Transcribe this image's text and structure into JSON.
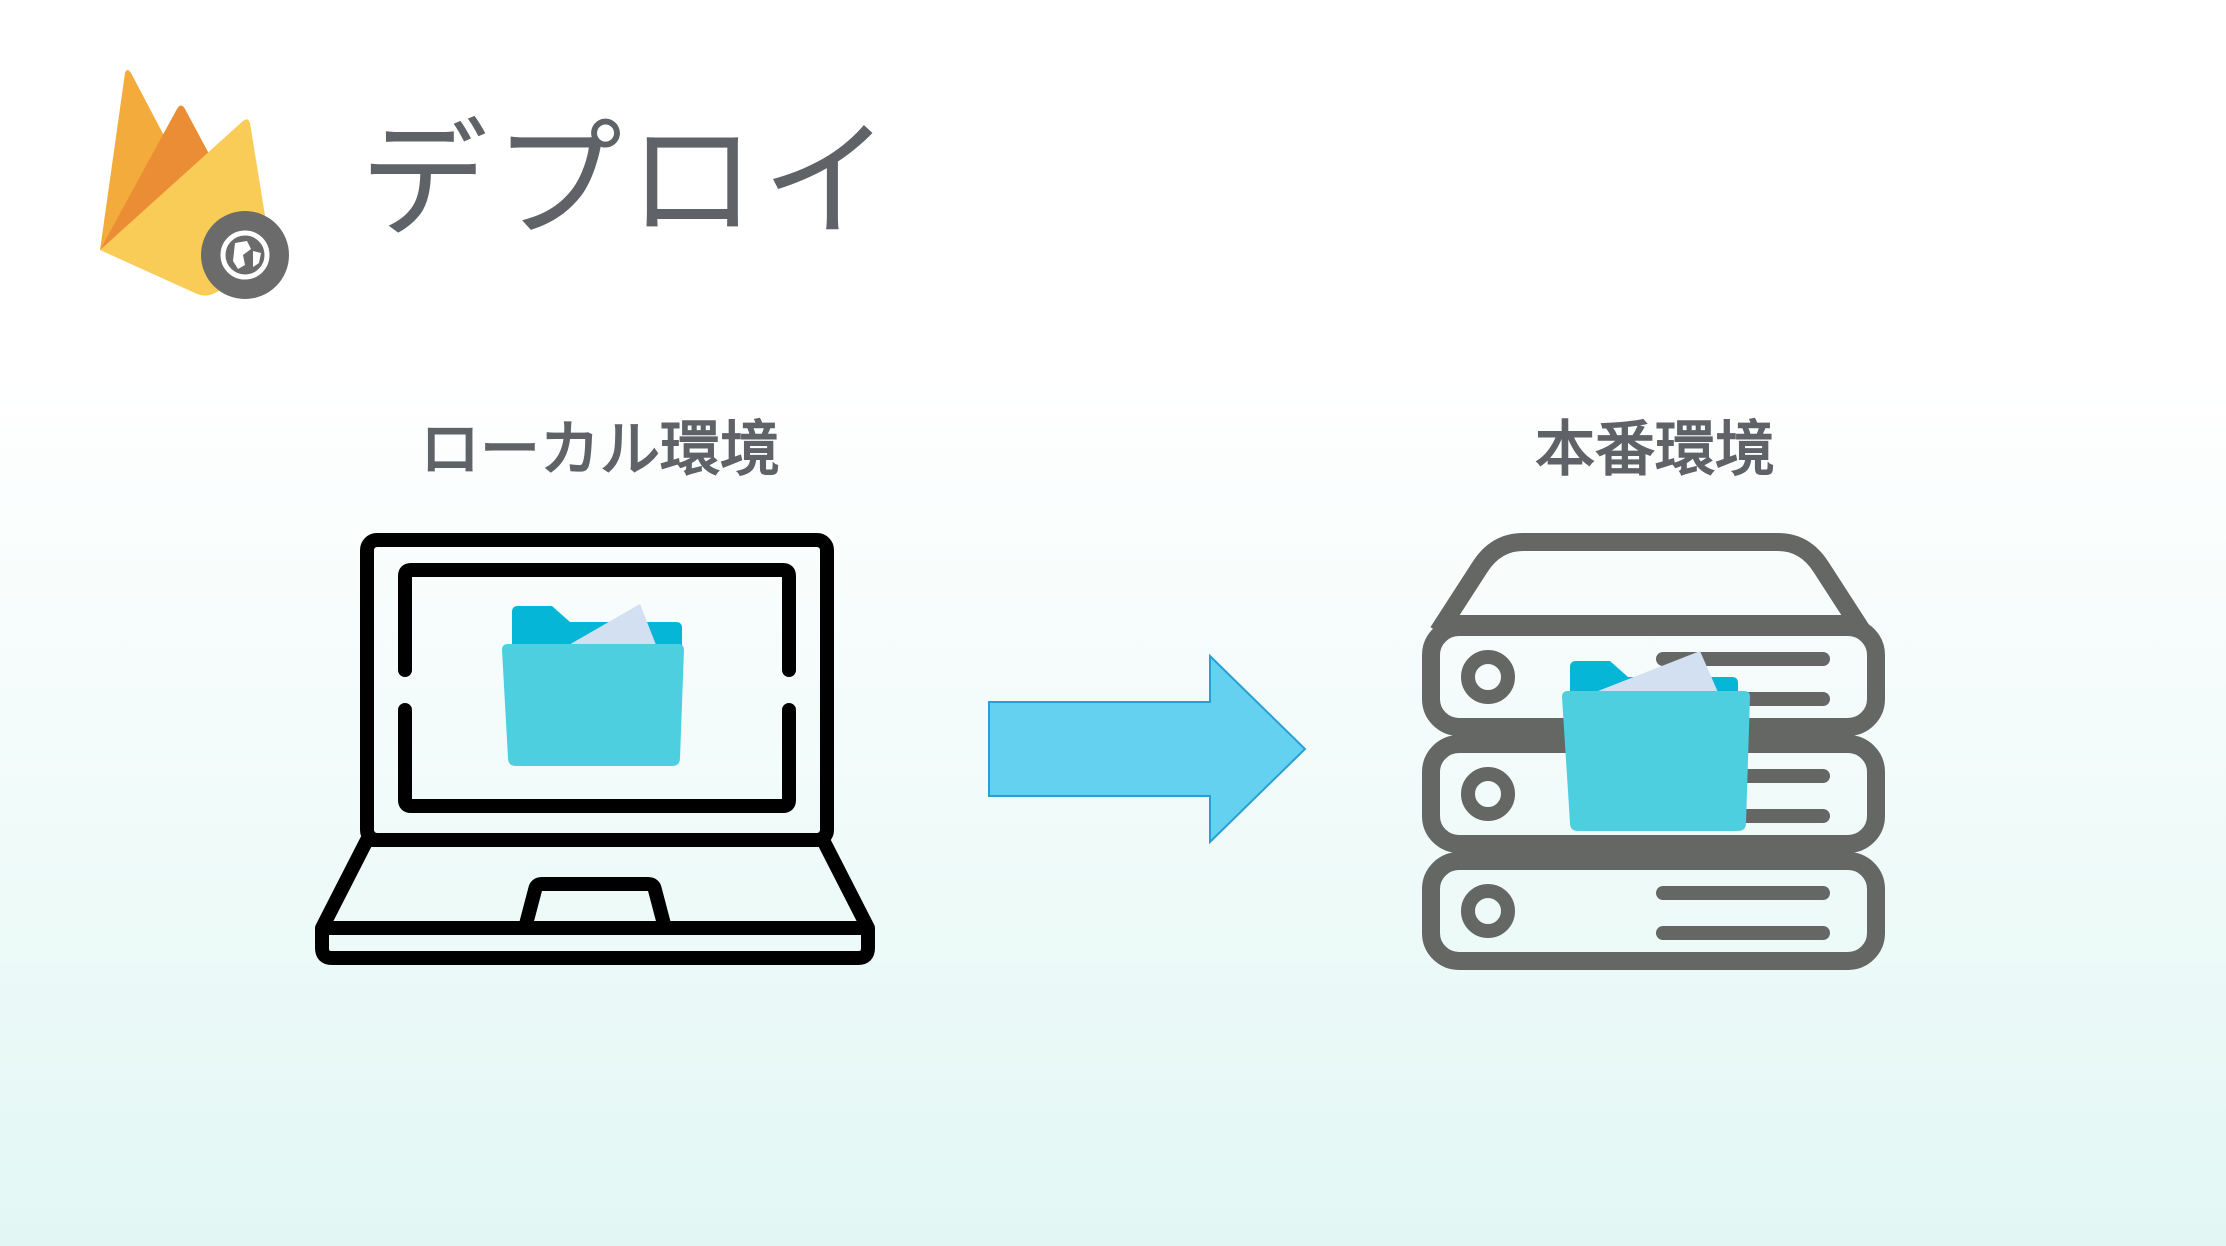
{
  "slide": {
    "title": "デプロイ"
  },
  "diagram": {
    "source": {
      "label": "ローカル環境",
      "device_icon": "laptop-icon",
      "content_icon": "folder-icon"
    },
    "target": {
      "label": "本番環境",
      "device_icon": "server-icon",
      "content_icon": "folder-icon"
    },
    "connector": {
      "icon": "arrow-right-icon",
      "direction": "right"
    }
  },
  "logo": {
    "icon": "firebase-hosting-logo-icon"
  },
  "colors": {
    "title_text": "#5f6368",
    "arrow_fill": "#63d1ef",
    "arrow_stroke": "#2a9fd6",
    "folder_back": "#05b6d6",
    "folder_front": "#4ecfe0",
    "folder_paper": "#d3e0f2",
    "laptop_stroke": "#000000",
    "server_stroke": "#656765",
    "firebase_yellow": "#f9cb57",
    "firebase_orange": "#f3ac3c",
    "firebase_dark_orange": "#ea8d34",
    "globe_badge": "#6b6b6b"
  }
}
